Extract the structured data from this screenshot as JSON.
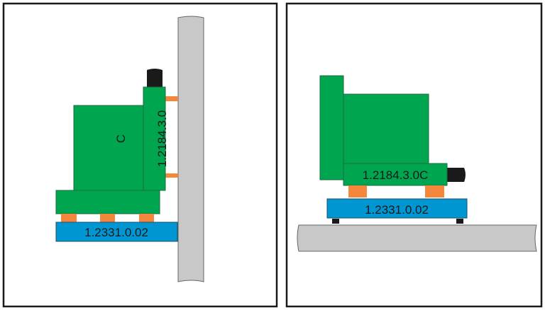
{
  "left_view": {
    "vertical_part_label": "1.2184.3.0",
    "box_label": "C",
    "base_plate_label": "1.2331.0.02"
  },
  "right_view": {
    "base_label": "1.2184.3.0C",
    "base_plate_label": "1.2331.0.02"
  },
  "colors": {
    "green": "#00a550",
    "blue": "#0096d2",
    "orange": "#f5873c",
    "gray": "#c8c8c8",
    "black": "#1a1a1a"
  }
}
